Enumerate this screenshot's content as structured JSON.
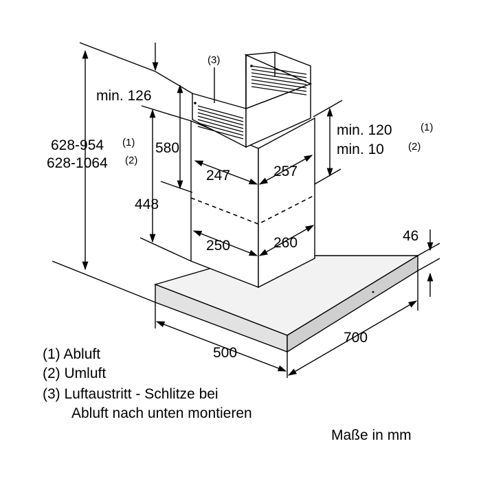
{
  "dimensions": {
    "total_height_1": "628-954",
    "total_height_1_note": "(1)",
    "total_height_2": "628-1064",
    "total_height_2_note": "(2)",
    "min_top": "min. 126",
    "upper_chimney": "580",
    "lower_chimney": "448",
    "clearance_1": "min. 120",
    "clearance_1_note": "(1)",
    "clearance_2": "min. 10",
    "clearance_2_note": "(2)",
    "upper_width": "247",
    "upper_depth": "257",
    "lower_width": "250",
    "lower_depth": "260",
    "canopy_height": "46",
    "canopy_depth": "500",
    "canopy_width": "700",
    "callout_3": "(3)"
  },
  "legend": {
    "item1": "(1) Abluft",
    "item2": "(2) Umluft",
    "item3_line1": "(3) Luftaustritt - Schlitze bei",
    "item3_line2": "Abluft nach unten montieren"
  },
  "units_note": "Maße in mm"
}
